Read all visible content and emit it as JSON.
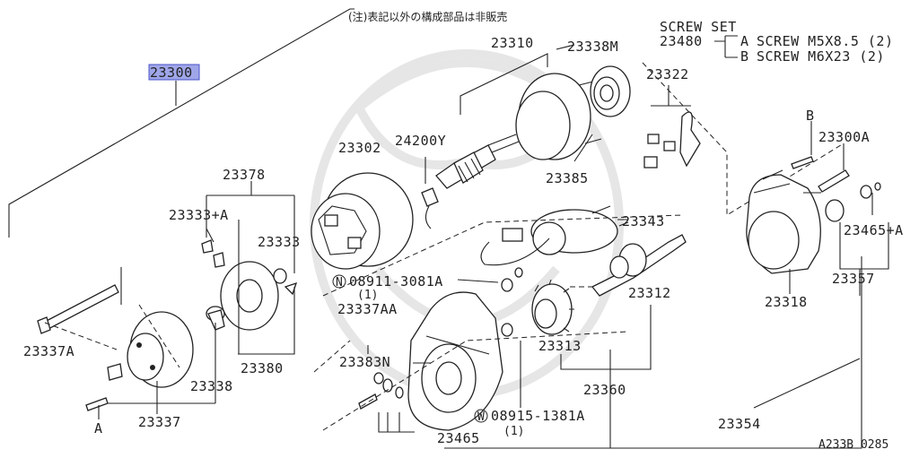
{
  "note": "(注)表記以外の構成部品は非販売",
  "screw_set": {
    "title": "SCREW SET",
    "part": "23480",
    "items": [
      {
        "key": "A",
        "text": "SCREW M5X8.5 (2)"
      },
      {
        "key": "B",
        "text": "SCREW M6X23 (2)"
      }
    ]
  },
  "selected_part": "23300",
  "parts": {
    "p23310": "23310",
    "p23338M": "23338M",
    "p23322": "23322",
    "p23302": "23302",
    "p24200Y": "24200Y",
    "p23385": "23385",
    "p23378": "23378",
    "p23333A": "23333+A",
    "p23333": "23333",
    "p23343": "23343",
    "pB": "B",
    "p23300A": "23300A",
    "p23465A": "23465+A",
    "p08911": "08911-3081A",
    "p08911q": "(1)",
    "p23337AA": "23337AA",
    "p23312": "23312",
    "p23357": "23357",
    "p23318": "23318",
    "p23337A": "23337A",
    "p23380": "23380",
    "p23383N": "23383N",
    "p23313": "23313",
    "p23338": "23338",
    "p23360": "23360",
    "p23337": "23337",
    "pA": "A",
    "p08915": "08915-1381A",
    "p08915q": "(1)",
    "p23465": "23465",
    "p23354": "23354"
  },
  "circles": {
    "N": "N",
    "W": "W"
  },
  "diagram_code": "A233B 0285"
}
